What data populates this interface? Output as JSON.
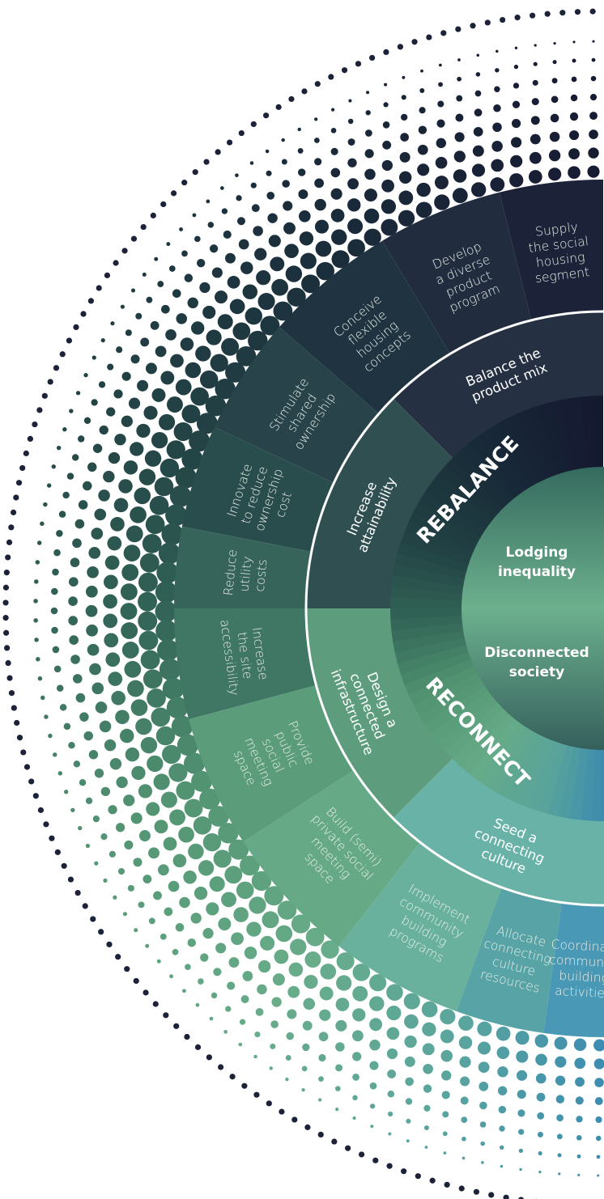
{
  "core": {
    "problems": [
      {
        "lines": [
          "Lodging",
          "inequality"
        ]
      },
      {
        "lines": [
          "Disconnected",
          "society"
        ]
      }
    ]
  },
  "themes": [
    {
      "label": "REBALANCE"
    },
    {
      "label": "RECONNECT"
    }
  ],
  "strategies": [
    {
      "lines": [
        "Balance the",
        "product mix"
      ]
    },
    {
      "lines": [
        "Increase",
        "attainability"
      ]
    },
    {
      "lines": [
        "Design a",
        "connected",
        "infrastructure"
      ]
    },
    {
      "lines": [
        "Seed a",
        "connecting",
        "culture"
      ]
    }
  ],
  "actions": [
    {
      "lines": [
        "Supply",
        "the social",
        "housing",
        "segment"
      ]
    },
    {
      "lines": [
        "Develop",
        "a diverse",
        "product",
        "program"
      ]
    },
    {
      "lines": [
        "Conceive",
        "flexible",
        "housing",
        "concepts"
      ]
    },
    {
      "lines": [
        "Stimulate",
        "shared",
        "ownership"
      ]
    },
    {
      "lines": [
        "Innovate",
        "to reduce",
        "ownership",
        "cost"
      ]
    },
    {
      "lines": [
        "Reduce",
        "utility",
        "costs"
      ]
    },
    {
      "lines": [
        "Increase",
        "the site",
        "accessibility"
      ]
    },
    {
      "lines": [
        "Provide",
        "public",
        "social",
        "meeting",
        "space"
      ]
    },
    {
      "lines": [
        "Build (semi)",
        "private social",
        "meeting",
        "space"
      ]
    },
    {
      "lines": [
        "Implement",
        "community",
        "building",
        "programs"
      ]
    },
    {
      "lines": [
        "Allocate",
        "connecting",
        "culture",
        "resources"
      ]
    },
    {
      "lines": [
        "Coordinate",
        "community",
        "building",
        "activities"
      ]
    }
  ],
  "colors": {
    "navy": "#1b1f36",
    "forest": "#2e5a52",
    "green": "#6cb08e",
    "teal": "#3f90b5",
    "outer_dots": "#1c2238"
  }
}
